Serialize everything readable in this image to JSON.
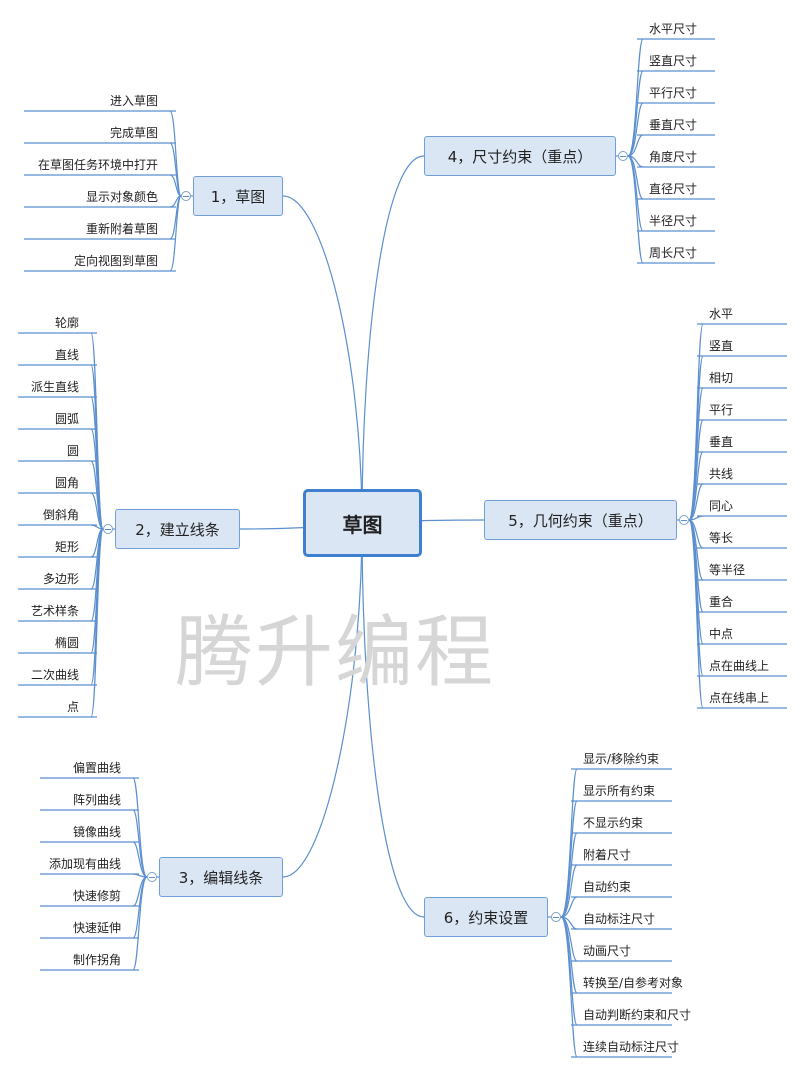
{
  "center": "草图",
  "watermark": "腾升编程",
  "branches": [
    {
      "label": "1，草图",
      "items": [
        "进入草图",
        "完成草图",
        "在草图任务环境中打开",
        "显示对象颜色",
        "重新附着草图",
        "定向视图到草图"
      ]
    },
    {
      "label": "2，建立线条",
      "items": [
        "轮廓",
        "直线",
        "派生直线",
        "圆弧",
        "圆",
        "圆角",
        "倒斜角",
        "矩形",
        "多边形",
        "艺术样条",
        "椭圆",
        "二次曲线",
        "点"
      ]
    },
    {
      "label": "3，编辑线条",
      "items": [
        "偏置曲线",
        "阵列曲线",
        "镜像曲线",
        "添加现有曲线",
        "快速修剪",
        "快速延伸",
        "制作拐角"
      ]
    },
    {
      "label": "4，尺寸约束（重点）",
      "items": [
        "水平尺寸",
        "竖直尺寸",
        "平行尺寸",
        "垂直尺寸",
        "角度尺寸",
        "直径尺寸",
        "半径尺寸",
        "周长尺寸"
      ]
    },
    {
      "label": "5，几何约束（重点）",
      "items": [
        "水平",
        "竖直",
        "相切",
        "平行",
        "垂直",
        "共线",
        "同心",
        "等长",
        "等半径",
        "重合",
        "中点",
        "点在曲线上",
        "点在线串上"
      ]
    },
    {
      "label": "6，约束设置",
      "items": [
        "显示/移除约束",
        "显示所有约束",
        "不显示约束",
        "附着尺寸",
        "自动约束",
        "自动标注尺寸",
        "动画尺寸",
        "转换至/自参考对象",
        "自动判断约束和尺寸",
        "连续自动标注尺寸"
      ]
    }
  ],
  "colors": {
    "line": "#5b8fcf",
    "node_fill": "#dbe6f4",
    "node_border": "#6f9fd6",
    "center_border": "#3f7fd0"
  },
  "icons": {
    "collapse_toggle": "minus-circle-icon"
  }
}
